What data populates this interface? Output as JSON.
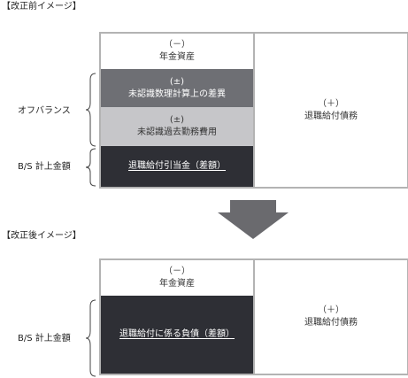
{
  "before": {
    "heading": "【改正前イメージ】",
    "pension_assets": {
      "sign": "（－）",
      "label": "年金資産"
    },
    "unrecognized_actuarial": {
      "sign": "(±)",
      "label": "未認識数理計算上の差異"
    },
    "unrecognized_past_service": {
      "sign": "(±)",
      "label": "未認識過去勤務費用"
    },
    "prepaid_pension": {
      "label": "退職給付引当金（差額）"
    },
    "obligation": {
      "sign": "（＋）",
      "label": "退職給付債務"
    },
    "off_balance_label": "オフバランス",
    "bs_label": "B/S 計上金額"
  },
  "after": {
    "heading": "【改正後イメージ】",
    "pension_assets": {
      "sign": "（－）",
      "label": "年金資産"
    },
    "liability": {
      "label": "退職給付に係る負債（差額）"
    },
    "obligation": {
      "sign": "（＋）",
      "label": "退職給付債務"
    },
    "bs_label": "B/S 計上金額"
  },
  "colors": {
    "dark": "#2e2f35",
    "mid_gray": "#6e6f74",
    "light_gray": "#c6c6c9",
    "border": "#b3b3b3",
    "arrow": "#6a6a6e"
  }
}
